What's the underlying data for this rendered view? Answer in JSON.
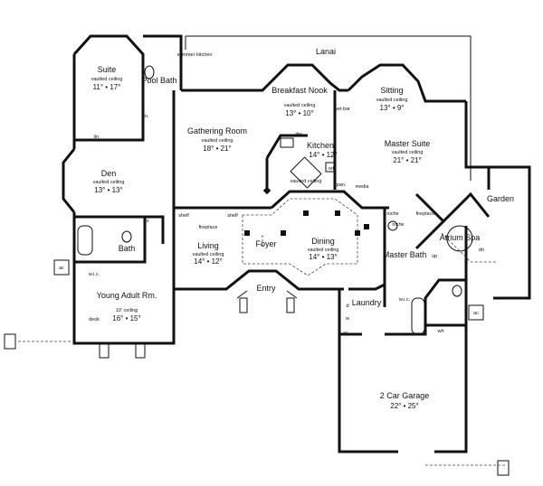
{
  "rooms": {
    "lanai": {
      "name": "Lanai"
    },
    "suite": {
      "name": "Suite",
      "note": "vaulted ceiling",
      "dims": "11° • 17°"
    },
    "pool_bath": {
      "name": "Pool Bath"
    },
    "summer_kitchen": {
      "name": "summer kitchen"
    },
    "breakfast": {
      "name": "Breakfast Nook",
      "note": "vaulted ceiling",
      "dims": "13° • 10°"
    },
    "sitting": {
      "name": "Sitting",
      "note": "vaulted ceiling",
      "dims": "13° • 9°"
    },
    "gathering": {
      "name": "Gathering Room",
      "note": "vaulted ceiling",
      "dims": "18° • 21°"
    },
    "kitchen": {
      "name": "Kitchen",
      "dims": "14° • 12°"
    },
    "master_suite": {
      "name": "Master Suite",
      "note": "vaulted ceiling",
      "dims": "21° • 21°"
    },
    "den": {
      "name": "Den",
      "note": "vaulted ceiling",
      "dims": "13° • 13°"
    },
    "garden": {
      "name": "Garden"
    },
    "living": {
      "name": "Living",
      "note": "vaulted ceiling",
      "dims": "14° • 12°"
    },
    "foyer": {
      "name": "Foyer"
    },
    "dining": {
      "name": "Dining",
      "note": "vaulted ceiling",
      "dims": "14° • 13°"
    },
    "master_bath": {
      "name": "Master Bath"
    },
    "atrium_spa": {
      "name": "Atrium Spa"
    },
    "bath": {
      "name": "Bath"
    },
    "entry": {
      "name": "Entry"
    },
    "laundry": {
      "name": "Laundry"
    },
    "young_adult": {
      "name": "Young Adult Rm.",
      "note": "10' ceiling",
      "dims": "16° • 15°"
    },
    "garage": {
      "name": "2 Car Garage",
      "dims": "22° • 25°"
    }
  },
  "labels": {
    "lin_suite": "lin.",
    "lin_den": "lin.",
    "lin_bath": "lin",
    "wet_bar": "wet bar",
    "dw": "dw",
    "ref": "ref",
    "pan": "pan.",
    "media": "media",
    "fireplace_living": "fireplace",
    "shelf_left": "shelf",
    "shelf_right": "shelf",
    "niche_a": "niche",
    "niche_b": "niche",
    "fireplace_master": "fireplace",
    "up": "up",
    "dn": "dn",
    "wic_young": "w.i.c.",
    "wic_master": "w.i.c.",
    "desk": "desk",
    "ac_left": "ac",
    "ac_right": "ac",
    "d": "d",
    "w": "w",
    "wh": "wh",
    "sc": "sc",
    "vaulted_kitchen": "vaulted ceiling"
  }
}
